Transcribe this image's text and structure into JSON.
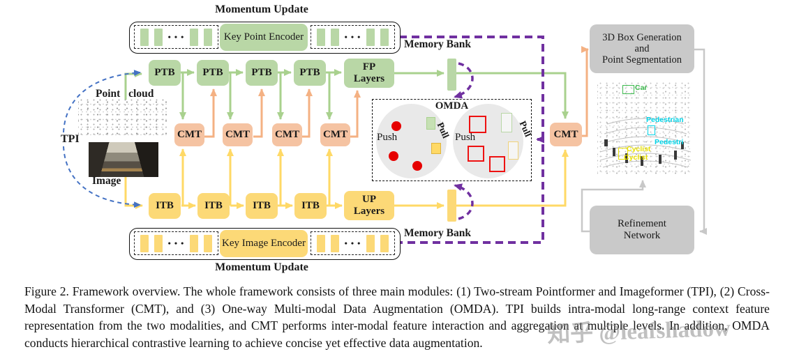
{
  "labels": {
    "momentum_update": "Momentum Update",
    "memory_bank": "Memory Bank",
    "key_point_encoder": "Key Point Encoder",
    "key_image_encoder": "Key Image Encoder",
    "dots": "• • •",
    "ptb": "PTB",
    "cmt": "CMT",
    "itb": "ITB",
    "fp_layers": "FP\nLayers",
    "up_layers": "UP\nLayers",
    "tpi": "TPI",
    "point_cloud": "Point cloud",
    "image": "Image",
    "omda": "OMDA",
    "push": "Push",
    "pull": "Pull",
    "box_generation": "3D Box Generation\nand\nPoint Segmentation",
    "refinement": "Refinement\nNetwork",
    "det_car": "Car",
    "det_pedestrian": "Pedestrian",
    "det_pedestri": "Pedestri",
    "det_cyclist": "Cyclist"
  },
  "caption": "Figure 2.  Framework overview.  The whole framework consists of three main modules: (1) Two-stream Pointformer and Imageformer (TPI), (2) Cross-Modal Transformer (CMT), and (3) One-way Multi-modal Data Augmentation (OMDA). TPI builds intra-modal long-range context feature representation from the two modalities, and CMT performs inter-modal feature interaction and aggregation at multiple levels. In addition, OMDA conducts hierarchical contrastive learning to achieve concise yet effective data augmentation.",
  "watermark": "知乎 @leafshadow",
  "colors": {
    "green_block": "#b9d7a6",
    "green_line": "#a9d18e",
    "yellow_block": "#fcd977",
    "yellow_line": "#ffd966",
    "orange_block": "#f5c3a2",
    "orange_line": "#f4b183",
    "purple": "#7030a0",
    "blue": "#4472c4",
    "gray_block": "#c9c9c9",
    "gray_line": "#c8c8c8",
    "red": "#e60000"
  }
}
